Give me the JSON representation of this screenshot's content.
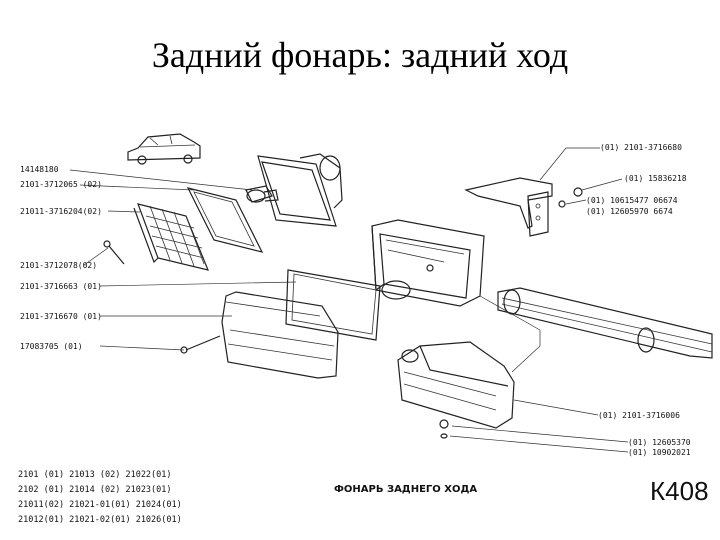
{
  "title": "Задний фонарь: задний ход",
  "labels_left": [
    "14148180",
    "2101-3712065 (02)",
    "21011-3716204(02)",
    "2101-3712078(02)",
    "2101-3716663 (01)",
    "2101-3716670 (01)",
    "17083705 (01)"
  ],
  "labels_right": [
    "(01) 2101-3716680",
    "(01) 15836218",
    "(01) 10615477 06674",
    "(01) 12605970 6674",
    "(01) 2101-3716006",
    "(01) 12605370",
    "(01) 10902021"
  ],
  "table_rows": [
    "2101 (01) 21013 (02) 21022(01)",
    "2102 (01) 21014 (02) 21023(01)",
    "21011(02) 21021-01(01) 21024(01)",
    "21012(01) 21021-02(01) 21026(01)"
  ],
  "caption": "ФОНАРЬ ЗАДНЕГО ХОДА",
  "sheet_code": "К408"
}
